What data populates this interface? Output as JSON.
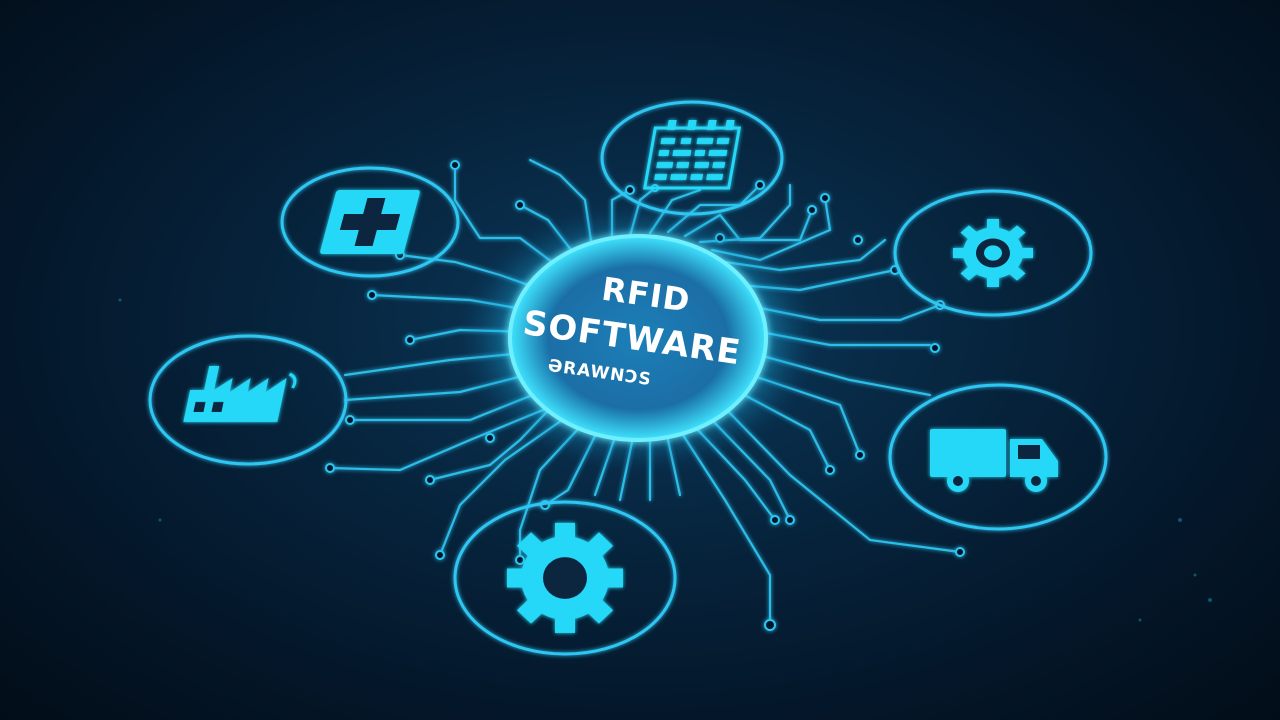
{
  "hub": {
    "line1": "RFID",
    "line2": "SOFTWARE",
    "line3": "ƏRAWNƆS"
  },
  "colors": {
    "glow": "#26d9ff",
    "line": "#2fc6f2",
    "icon": "#28d8f7",
    "background": "#04172a"
  },
  "nodes": [
    {
      "id": "medical",
      "icon": "medical-cross-icon"
    },
    {
      "id": "document",
      "icon": "data-document-icon"
    },
    {
      "id": "settings",
      "icon": "gear-icon"
    },
    {
      "id": "factory",
      "icon": "factory-icon"
    },
    {
      "id": "logistics",
      "icon": "truck-icon"
    },
    {
      "id": "operations",
      "icon": "large-gear-icon"
    }
  ]
}
